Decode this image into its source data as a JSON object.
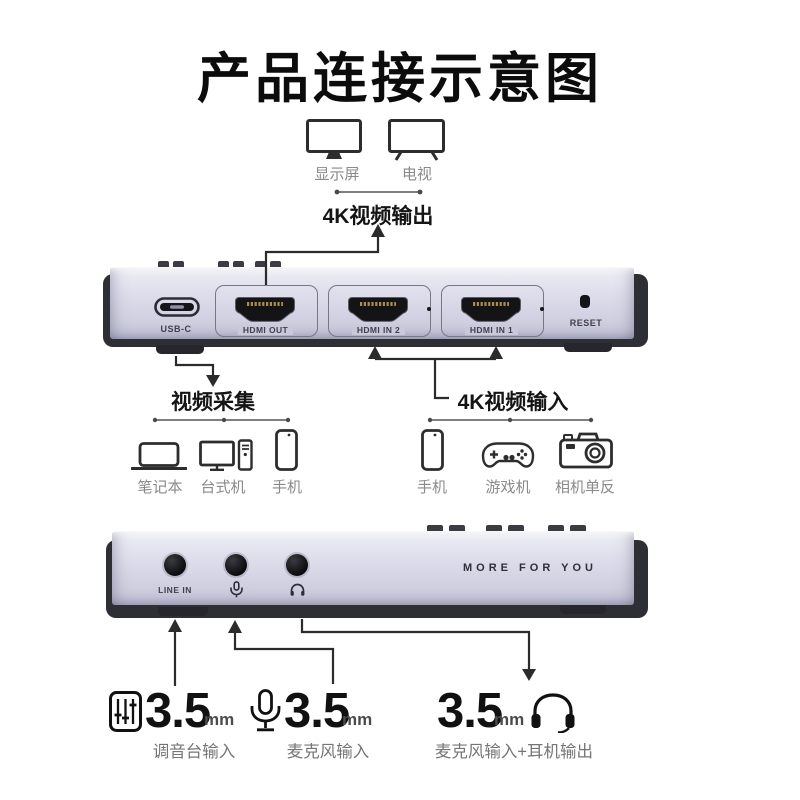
{
  "title": "产品连接示意图",
  "output": {
    "monitor_label": "显示屏",
    "tv_label": "电视",
    "caption": "4K视频输出"
  },
  "panel_top": {
    "usb_c": "USB-C",
    "hdmi_out": "HDMI OUT",
    "hdmi_in_2": "HDMI IN 2",
    "hdmi_in_1": "HDMI IN 1",
    "reset": "RESET"
  },
  "capture": {
    "caption": "视频采集",
    "devices": [
      "笔记本",
      "台式机",
      "手机"
    ]
  },
  "input": {
    "caption": "4K视频输入",
    "devices": [
      "手机",
      "游戏机",
      "相机单反"
    ]
  },
  "panel_bottom": {
    "line_in": "LINE IN",
    "slogan": "MORE FOR YOU"
  },
  "audio": {
    "items": [
      {
        "size": "3.5",
        "unit": "mm",
        "label": "调音台输入",
        "icon": "mixer-icon"
      },
      {
        "size": "3.5",
        "unit": "mm",
        "label": "麦克风输入",
        "icon": "microphone-icon"
      },
      {
        "size": "3.5",
        "unit": "mm",
        "label": "麦克风输入+耳机输出",
        "icon": "headset-icon"
      }
    ]
  },
  "colors": {
    "panel_face": "#d8d8e8",
    "chassis": "#2e2e35",
    "ink": "#2b2b2b",
    "gray_label": "#8a8a8a",
    "gold_pins": "#a88d4e"
  }
}
